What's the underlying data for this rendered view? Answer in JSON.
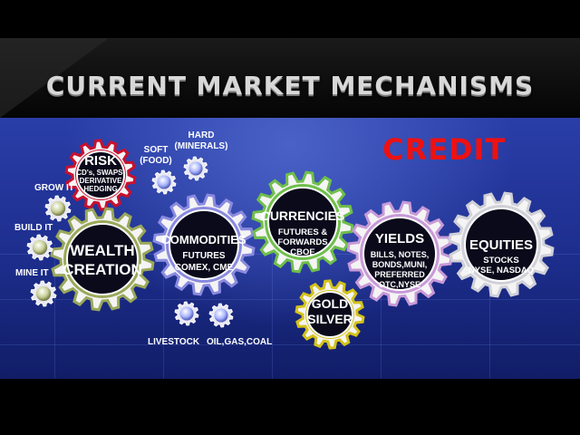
{
  "title": "CURRENT MARKET MECHANISMS",
  "credit_label": "CREDIT",
  "colors": {
    "title": "#d8d8d8",
    "credit": "#ee1111",
    "panel": "#1c2d8c",
    "gear_dark": "#0a0a1a",
    "risk_rim": "#c8102e",
    "wealth_rim": "#9aa85a",
    "commodities_rim": "#8a8ae0",
    "currencies_rim": "#6fbf4a",
    "yields_rim": "#c89ad8",
    "equities_rim": "#d0d0d8",
    "gold_rim": "#d4c21a"
  },
  "gears": {
    "risk": {
      "title": "RISK",
      "lines": [
        "CD's, SWAPS,",
        "DERIVATIVE",
        "HEDGING"
      ]
    },
    "wealth": {
      "lines": [
        "WEALTH",
        "CREATION"
      ]
    },
    "commodities": {
      "title": "COMMODITIES",
      "lines": [
        "FUTURES",
        "COMEX, CME"
      ]
    },
    "currencies": {
      "title": "CURRENCIES",
      "lines": [
        "FUTURES &",
        "FORWARDS",
        "CBOE"
      ]
    },
    "yields": {
      "title": "YIELDS",
      "lines": [
        "BILLS, NOTES,",
        "BONDS,MUNI,",
        "PREFERRED",
        "OTC,NYSE"
      ]
    },
    "equities": {
      "title": "EQUITIES",
      "lines": [
        "STOCKS",
        "NYSE, NASDAQ"
      ]
    },
    "gold": {
      "lines": [
        "GOLD",
        "SILVER"
      ]
    }
  },
  "feeders": {
    "grow_it": "GROW IT",
    "build_it": "BUILD IT",
    "mine_it": "MINE IT",
    "soft_food": [
      "SOFT",
      "(FOOD)"
    ],
    "hard_minerals": [
      "HARD",
      "(MINERALS)"
    ],
    "livestock": "LIVESTOCK",
    "oil_gas_coal": "OIL,GAS,COAL"
  }
}
